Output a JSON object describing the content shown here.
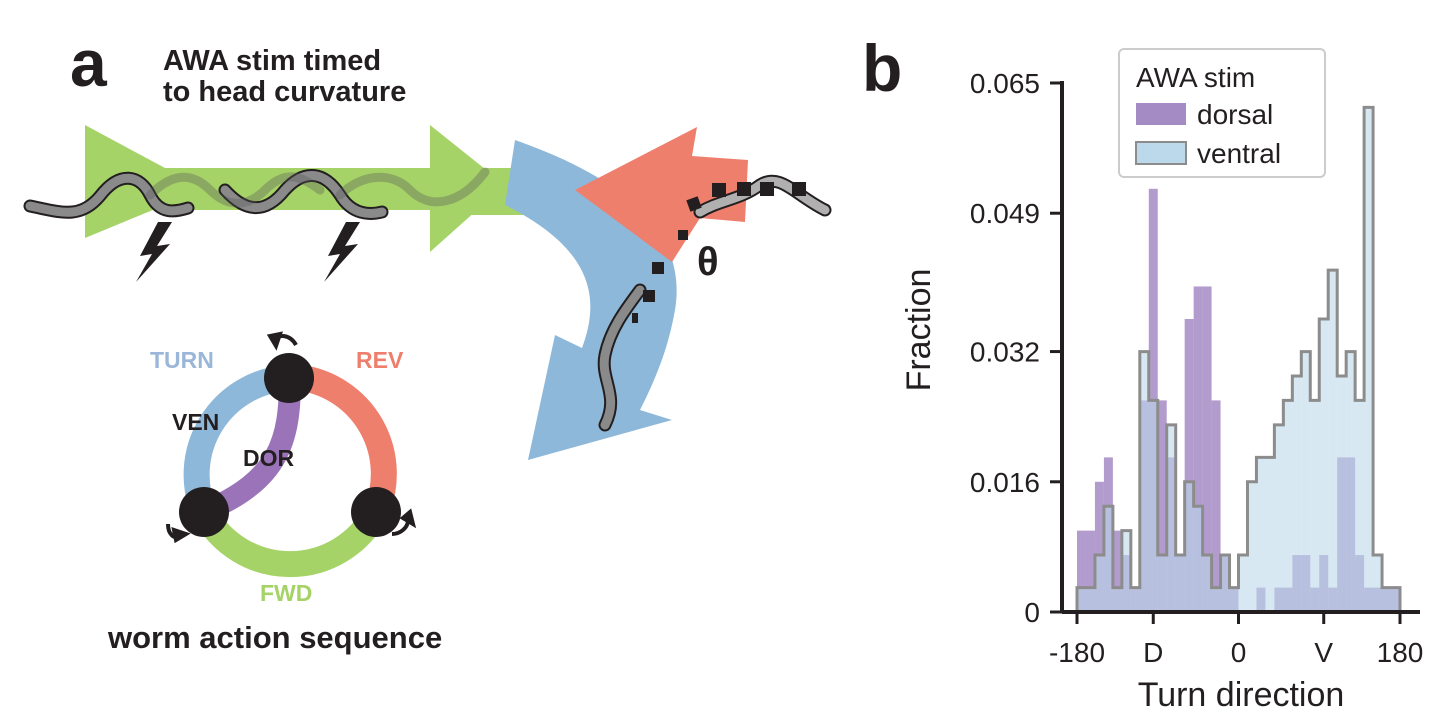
{
  "panel_a": {
    "letter": "a",
    "title_line1": "AWA stim timed",
    "title_line2": "to head curvature",
    "theta_symbol": "θ",
    "states": {
      "turn": "TURN",
      "rev": "REV",
      "fwd": "FWD",
      "ven": "VEN",
      "dor": "DOR"
    },
    "sequence_label": "worm action sequence",
    "colors": {
      "forward": "#a6d367",
      "reverse": "#ef7f6d",
      "turn": "#8db8d9",
      "dorsal": "#9b73b8",
      "dark": "#231f20"
    }
  },
  "panel_b": {
    "letter": "b",
    "legend_title": "AWA stim",
    "colors": {
      "dorsal": "#a58bc4",
      "ventral": "#bcd8eb",
      "outline": "#8c8c8c"
    }
  },
  "chart_data": {
    "type": "histogram",
    "xlabel": "Turn direction",
    "ylabel": "Fraction",
    "xlim": [
      -180,
      180
    ],
    "ylim": [
      0,
      0.065
    ],
    "xticks": [
      -180,
      -95,
      0,
      95,
      180
    ],
    "xtick_labels": [
      "-180",
      "D",
      "0",
      "V",
      "180"
    ],
    "yticks": [
      0,
      0.016,
      0.032,
      0.049,
      0.065
    ],
    "ytick_labels": [
      "0",
      "0.016",
      "0.032",
      "0.049",
      "0.065"
    ],
    "legend_position": "top-right",
    "bin_edges": [
      -180,
      -170,
      -160,
      -150,
      -140,
      -130,
      -120,
      -110,
      -100,
      -90,
      -80,
      -70,
      -60,
      -50,
      -40,
      -30,
      -20,
      -10,
      0,
      10,
      20,
      30,
      40,
      50,
      60,
      70,
      80,
      90,
      100,
      110,
      120,
      130,
      140,
      150,
      160,
      170,
      180
    ],
    "series": [
      {
        "name": "dorsal",
        "values": [
          0.01,
          0.01,
          0.016,
          0.019,
          0.01,
          0.007,
          0.003,
          0.026,
          0.052,
          0.026,
          0.019,
          0.007,
          0.036,
          0.04,
          0.04,
          0.026,
          0.007,
          0.003,
          0.0,
          0.0,
          0.003,
          0.0,
          0.003,
          0.003,
          0.007,
          0.007,
          0.003,
          0.007,
          0.003,
          0.019,
          0.019,
          0.007,
          0.003,
          0.003,
          0.003,
          0.003
        ]
      },
      {
        "name": "ventral",
        "values": [
          0.003,
          0.003,
          0.007,
          0.013,
          0.003,
          0.01,
          0.003,
          0.032,
          0.026,
          0.007,
          0.023,
          0.007,
          0.016,
          0.013,
          0.007,
          0.003,
          0.007,
          0.003,
          0.007,
          0.016,
          0.019,
          0.019,
          0.023,
          0.026,
          0.029,
          0.032,
          0.026,
          0.036,
          0.042,
          0.029,
          0.032,
          0.026,
          0.062,
          0.007,
          0.003,
          0.003
        ]
      }
    ]
  }
}
